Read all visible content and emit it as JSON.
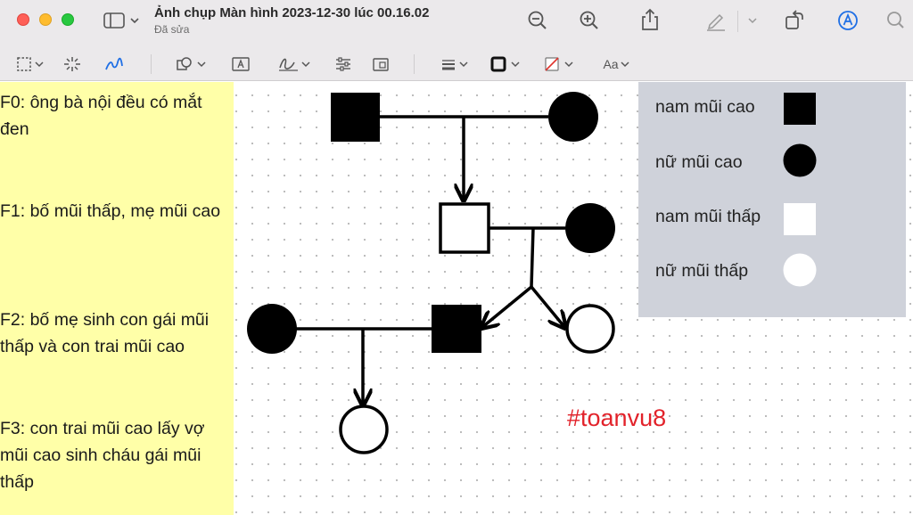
{
  "window": {
    "title": "Ảnh chụp Màn hình 2023-12-30 lúc 00.16.02",
    "subtitle": "Đã sửa"
  },
  "toolbar": {
    "text_style_label": "Aa"
  },
  "notes": [
    "F0: ông bà nội đều có mắt đen",
    "F1: bố mũi thấp, mẹ mũi cao",
    "F2: bố mẹ sinh con gái mũi thấp và con trai mũi cao",
    "F3: con trai mũi cao lấy vợ mũi cao sinh cháu gái mũi thấp"
  ],
  "legend": [
    {
      "label": "nam mũi cao",
      "shape": "filled-square"
    },
    {
      "label": "nữ mũi cao",
      "shape": "filled-circle"
    },
    {
      "label": "nam mũi thấp",
      "shape": "white-square"
    },
    {
      "label": "nữ mũi thấp",
      "shape": "white-circle"
    }
  ],
  "watermark": "#toanvu8",
  "colors": {
    "note_background": "#ffffa8",
    "legend_background": "#cfd2da",
    "watermark": "#e2222a",
    "accent": "#1f6fe5"
  }
}
